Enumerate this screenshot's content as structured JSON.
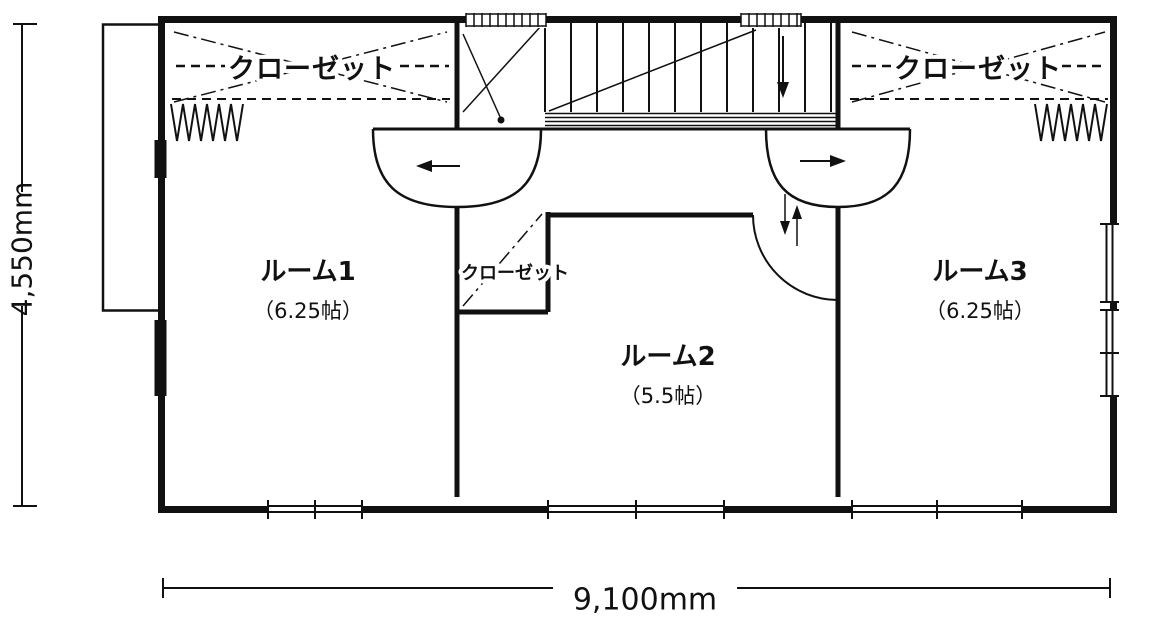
{
  "rooms": [
    {
      "name": "ルーム1",
      "size": "（6.25帖）"
    },
    {
      "name": "ルーム2",
      "size": "（5.5帖）"
    },
    {
      "name": "ルーム3",
      "size": "（6.25帖）"
    }
  ],
  "closets": {
    "left_label": "クローゼット",
    "center_label": "クローゼット",
    "right_label": "クローゼット"
  },
  "dimensions": {
    "width_label": "9,100mm",
    "height_label": "4,550mm"
  },
  "colors": {
    "line": "#111111",
    "background": "#ffffff"
  }
}
